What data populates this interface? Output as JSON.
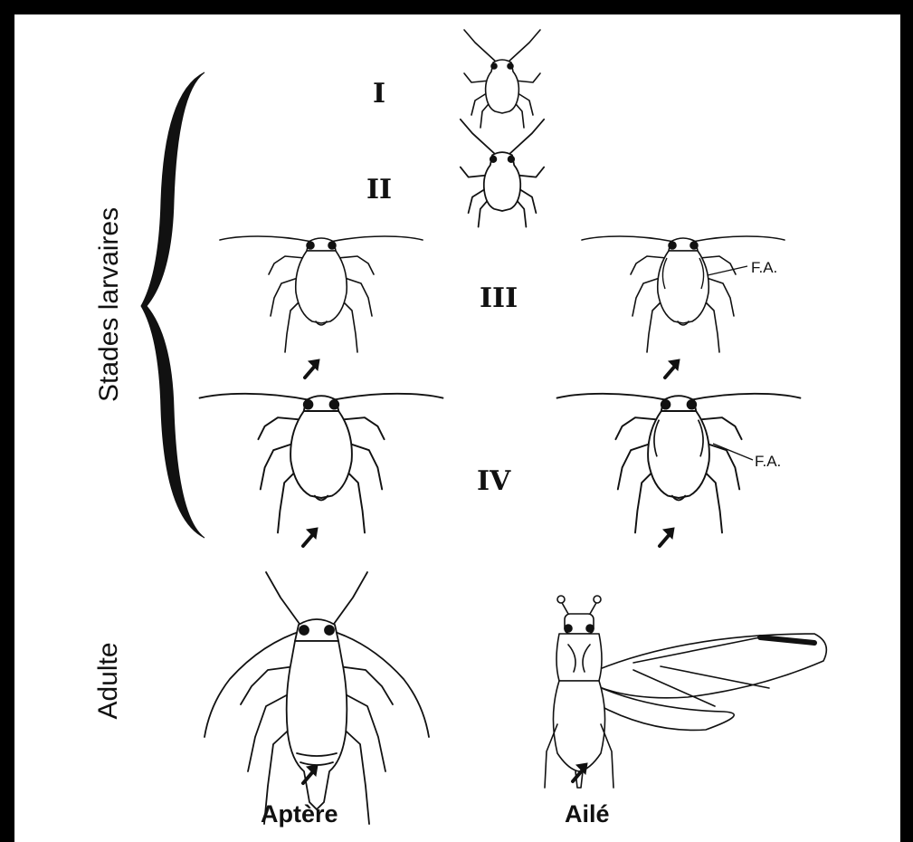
{
  "figure": {
    "group_labels": {
      "larval": "Stades larvaires",
      "adult": "Adulte"
    },
    "stages": [
      {
        "label": "I"
      },
      {
        "label": "II"
      },
      {
        "label": "III"
      },
      {
        "label": "IV"
      }
    ],
    "annotation": "F.A.",
    "columns": {
      "left": "Aptère",
      "right": "Ailé"
    }
  }
}
